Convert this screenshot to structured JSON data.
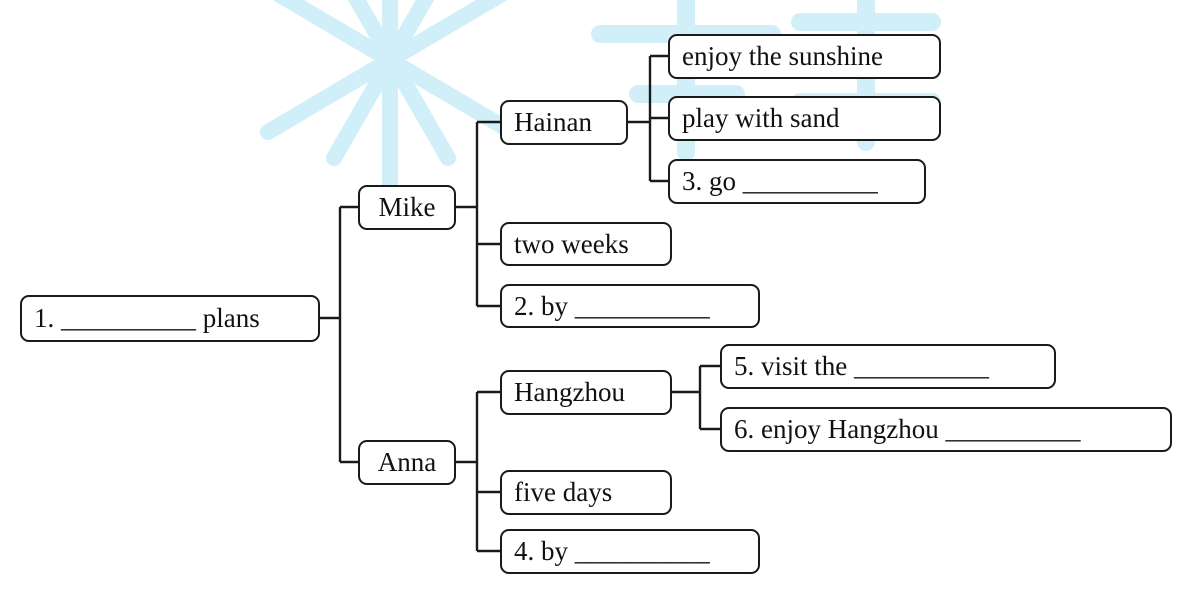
{
  "colors": {
    "background": "#ffffff",
    "box_border": "#1a1a1a",
    "line": "#1a1a1a",
    "watermark": "#cdeef9"
  },
  "nodes": {
    "root": "1. __________ plans",
    "mike": "Mike",
    "hainan": "Hainan",
    "enjoy_sunshine": "enjoy the sunshine",
    "play_sand": "play with sand",
    "go_blank": "3. go __________",
    "two_weeks": "two weeks",
    "by_blank_mike": "2. by __________",
    "anna": "Anna",
    "hangzhou": "Hangzhou",
    "visit_blank": "5. visit the __________",
    "enjoy_hangzhou_blank": "6. enjoy Hangzhou __________",
    "five_days": "five days",
    "by_blank_anna": "4. by __________"
  },
  "hierarchy": {
    "root": [
      "mike",
      "anna"
    ],
    "mike": [
      "hainan",
      "two_weeks",
      "by_blank_mike"
    ],
    "hainan": [
      "enjoy_sunshine",
      "play_sand",
      "go_blank"
    ],
    "anna": [
      "hangzhou",
      "five_days",
      "by_blank_anna"
    ],
    "hangzhou": [
      "visit_blank",
      "enjoy_hangzhou_blank"
    ]
  }
}
